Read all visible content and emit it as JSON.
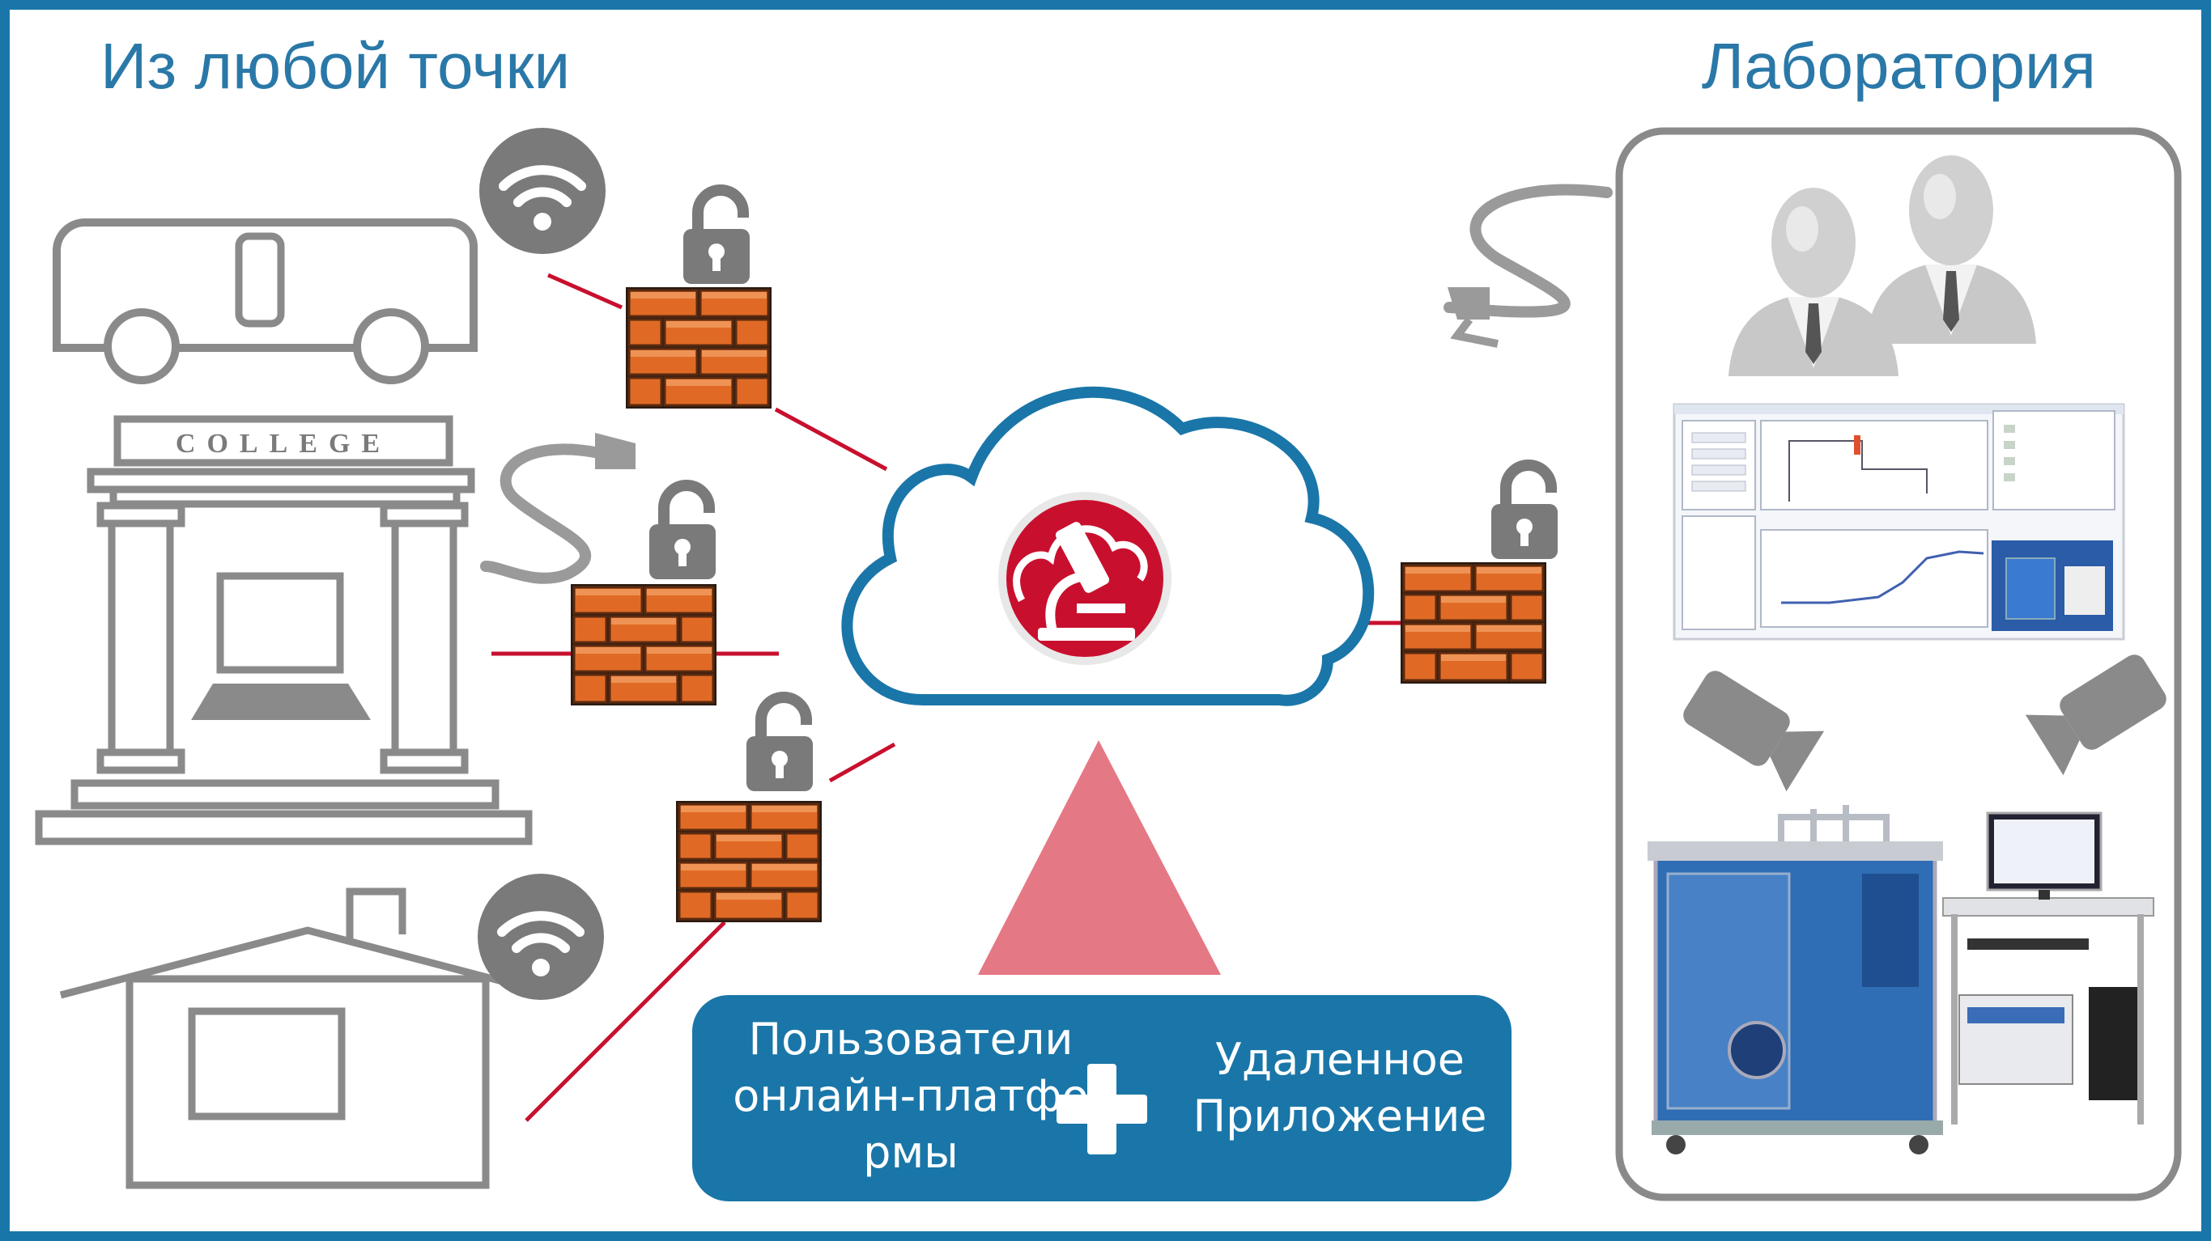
{
  "headings": {
    "left": "Из любой точки",
    "right": "Лаборатория"
  },
  "locations": {
    "college_sign": "COLLEGE"
  },
  "info_box": {
    "users_text": "Пользователи онлайн-платфо рмы",
    "plus_symbol": "+",
    "remote_text": "Удаленное Приложение"
  },
  "colors": {
    "frame_blue": "#1a76a8",
    "heading_blue": "#2a78a8",
    "link_red": "#c8102e",
    "icon_gray": "#7a7a7a",
    "brick_orange": "#e06a25",
    "triangle_pink": "#e57885",
    "cloud_outline": "#1a76a8",
    "badge_red": "#c8102e"
  },
  "icons": [
    "wifi-icon",
    "padlock-open-icon",
    "firewall-icon",
    "cable-plug-icon",
    "cloud-icon",
    "microscope-logo-icon",
    "camera-icon",
    "user-silhouette-icon",
    "laptop-icon",
    "phone-icon"
  ]
}
